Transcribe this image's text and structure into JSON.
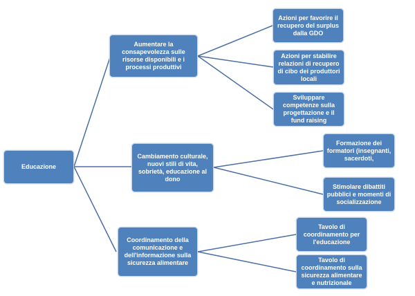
{
  "colors": {
    "node_fill": "#4f81bd",
    "connector": "#4a6fa5"
  },
  "root": {
    "label": "Educazione"
  },
  "branches": [
    {
      "label": "Aumentare la consapevolezza sulle risorse disponibili e i processi produttivi",
      "children": [
        {
          "label": "Azioni per favorire il recupero del surplus dalla GDO"
        },
        {
          "label": "Azioni per stabilire relazioni di recupero di cibo dei produttori locali"
        },
        {
          "label": "Sviluppare competenze sulla progettazione e il fund raising"
        }
      ]
    },
    {
      "label": "Cambiamento culturale, nuovi stili di vita, sobrietà, educazione al dono",
      "children": [
        {
          "label": "Formazione dei formatori (insegnanti, sacerdoti,"
        },
        {
          "label": "Stimolare dibattiti pubblici e momenti di socializzazione"
        }
      ]
    },
    {
      "label": "Coordinamento della comunicazione e dell'informazione sulla sicurezza alimentare",
      "children": [
        {
          "label": "Tavolo di coordinamento per l'educazione"
        },
        {
          "label": "Tavolo di coordinamento sulla sicurezza alimentare e nutrizionale"
        }
      ]
    }
  ]
}
